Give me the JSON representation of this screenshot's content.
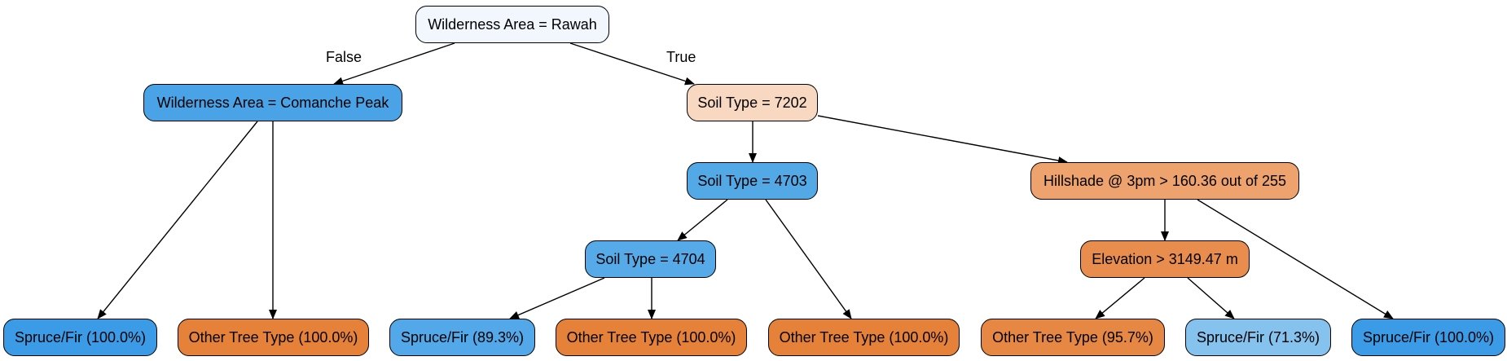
{
  "tree": {
    "nodes": [
      {
        "id": "root",
        "label": "Wilderness Area = Rawah",
        "fill": "#f1f7fd"
      },
      {
        "id": "comanche",
        "label": "Wilderness Area = Comanche Peak",
        "fill": "#49a3e6"
      },
      {
        "id": "soil7202",
        "label": "Soil Type = 7202",
        "fill": "#f8d8c1"
      },
      {
        "id": "soil4703",
        "label": "Soil Type = 4703",
        "fill": "#53a8e6"
      },
      {
        "id": "hillshade",
        "label": "Hillshade @ 3pm > 160.36 out of 255",
        "fill": "#eea36e"
      },
      {
        "id": "soil4704",
        "label": "Soil Type = 4704",
        "fill": "#57aae8"
      },
      {
        "id": "elevation",
        "label": "Elevation > 3149.47 m",
        "fill": "#e88d4e"
      },
      {
        "id": "leaf1",
        "label": "Spruce/Fir (100.0%)",
        "fill": "#3c9be6"
      },
      {
        "id": "leaf2",
        "label": "Other Tree Type (100.0%)",
        "fill": "#e58139"
      },
      {
        "id": "leaf3",
        "label": "Spruce/Fir (89.3%)",
        "fill": "#52a8e8"
      },
      {
        "id": "leaf4",
        "label": "Other Tree Type (100.0%)",
        "fill": "#e58139"
      },
      {
        "id": "leaf5",
        "label": "Other Tree Type (100.0%)",
        "fill": "#e58139"
      },
      {
        "id": "leaf6",
        "label": "Other Tree Type (95.7%)",
        "fill": "#e68844"
      },
      {
        "id": "leaf7",
        "label": "Spruce/Fir (71.3%)",
        "fill": "#86c2ee"
      },
      {
        "id": "leaf8",
        "label": "Spruce/Fir (100.0%)",
        "fill": "#3c9be6"
      }
    ],
    "edges": [
      {
        "from": "root",
        "to": "comanche",
        "label": "False"
      },
      {
        "from": "root",
        "to": "soil7202",
        "label": "True"
      },
      {
        "from": "comanche",
        "to": "leaf1",
        "label": ""
      },
      {
        "from": "comanche",
        "to": "leaf2",
        "label": ""
      },
      {
        "from": "soil7202",
        "to": "soil4703",
        "label": ""
      },
      {
        "from": "soil7202",
        "to": "hillshade",
        "label": ""
      },
      {
        "from": "soil4703",
        "to": "soil4704",
        "label": ""
      },
      {
        "from": "soil4703",
        "to": "leaf5",
        "label": ""
      },
      {
        "from": "soil4704",
        "to": "leaf3",
        "label": ""
      },
      {
        "from": "soil4704",
        "to": "leaf4",
        "label": ""
      },
      {
        "from": "hillshade",
        "to": "elevation",
        "label": ""
      },
      {
        "from": "hillshade",
        "to": "leaf8",
        "label": ""
      },
      {
        "from": "elevation",
        "to": "leaf6",
        "label": ""
      },
      {
        "from": "elevation",
        "to": "leaf7",
        "label": ""
      }
    ]
  }
}
